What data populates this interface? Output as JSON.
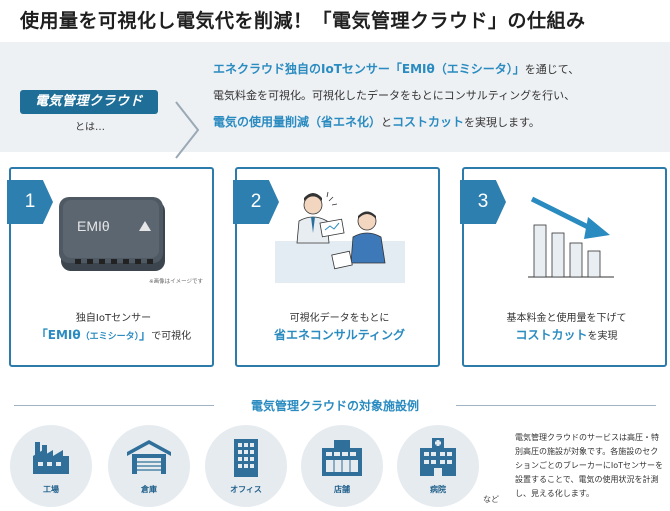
{
  "header": {
    "title": "使用量を可視化し電気代を削減！「電気管理クラウド」の仕組み"
  },
  "intro": {
    "brand": "電気管理クラウド",
    "caption": "とは…",
    "line1_hl": "エネクラウド独自のIoTセンサー「EMIθ（エミシータ）」",
    "line1_tail": "を通じて、",
    "line2": "電気料金を可視化。可視化したデータをもとにコンサルティングを行い、",
    "line3_hl1": "電気の使用量削減（省エネ化）",
    "line3_mid": "と",
    "line3_hl2": "コストカット",
    "line3_tail": "を実現します。"
  },
  "cards": [
    {
      "num": "1",
      "line1": "独自IoTセンサー",
      "line2_hl": "「EMIθ",
      "line2_small": "（エミシータ）",
      "line2_hl_end": "」",
      "line2_tail": "で可視化",
      "device_label": "EMIθ",
      "note": "※画像はイメージです"
    },
    {
      "num": "2",
      "line1": "可視化データをもとに",
      "line2_hl": "省エネコンサルティング"
    },
    {
      "num": "3",
      "line1": "基本料金と使用量を下げて",
      "line2_hl": "コストカット",
      "line2_tail": "を実現"
    }
  ],
  "facilities": {
    "title": "電気管理クラウドの対象施設例",
    "items": [
      {
        "label": "工場",
        "icon": "factory-icon"
      },
      {
        "label": "倉庫",
        "icon": "warehouse-icon"
      },
      {
        "label": "オフィス",
        "icon": "office-building-icon"
      },
      {
        "label": "店舗",
        "icon": "store-icon"
      },
      {
        "label": "病院",
        "icon": "hospital-icon"
      }
    ],
    "etc": "など",
    "description": "電気管理クラウドのサービスは高圧・特別高圧の施設が対象です。各施設のセクションごとのブレーカーにIoTセンサーを設置することで、電気の使用状況を計測し、見える化します。"
  },
  "colors": {
    "accent": "#2a8bc0",
    "brand": "#1f6e97",
    "card_border": "#2c7bab",
    "band": "#eef1f4"
  }
}
